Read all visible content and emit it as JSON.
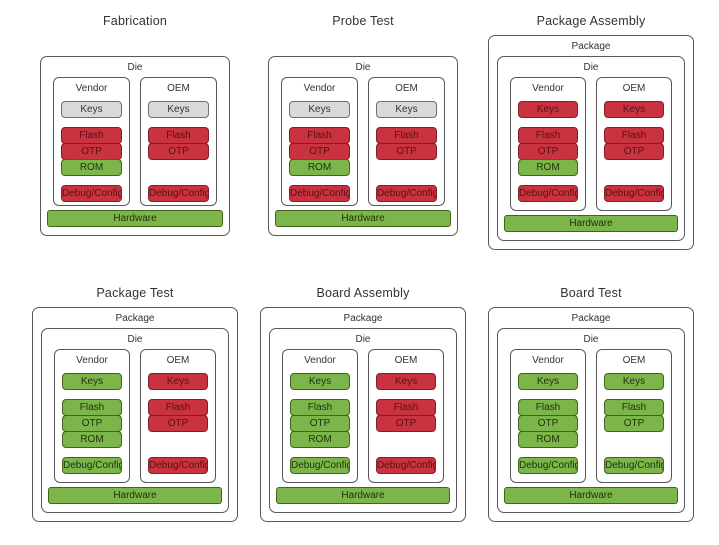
{
  "colors": {
    "red": "#C9333F",
    "green": "#7CB54A",
    "gray": "#D9D9D9",
    "box_border": "#595959",
    "background": "#FFFFFF"
  },
  "stages": [
    {
      "title": "Fabrication",
      "has_package": false,
      "die_label": "Die",
      "columns": [
        {
          "label": "Vendor",
          "keys": {
            "label": "Keys",
            "state": "gray"
          },
          "memory": [
            {
              "label": "Flash",
              "state": "red"
            },
            {
              "label": "OTP",
              "state": "red"
            },
            {
              "label": "ROM",
              "state": "green"
            }
          ],
          "debug": {
            "label": "Debug/Config",
            "state": "red"
          }
        },
        {
          "label": "OEM",
          "keys": {
            "label": "Keys",
            "state": "gray"
          },
          "memory": [
            {
              "label": "Flash",
              "state": "red"
            },
            {
              "label": "OTP",
              "state": "red"
            }
          ],
          "debug": {
            "label": "Debug/Config",
            "state": "red"
          }
        }
      ],
      "hardware": {
        "label": "Hardware",
        "state": "green"
      }
    },
    {
      "title": "Probe Test",
      "has_package": false,
      "die_label": "Die",
      "columns": [
        {
          "label": "Vendor",
          "keys": {
            "label": "Keys",
            "state": "gray"
          },
          "memory": [
            {
              "label": "Flash",
              "state": "red"
            },
            {
              "label": "OTP",
              "state": "red"
            },
            {
              "label": "ROM",
              "state": "green"
            }
          ],
          "debug": {
            "label": "Debug/Config",
            "state": "red"
          }
        },
        {
          "label": "OEM",
          "keys": {
            "label": "Keys",
            "state": "gray"
          },
          "memory": [
            {
              "label": "Flash",
              "state": "red"
            },
            {
              "label": "OTP",
              "state": "red"
            }
          ],
          "debug": {
            "label": "Debug/Config",
            "state": "red"
          }
        }
      ],
      "hardware": {
        "label": "Hardware",
        "state": "green"
      }
    },
    {
      "title": "Package Assembly",
      "has_package": true,
      "package_label": "Package",
      "die_label": "Die",
      "columns": [
        {
          "label": "Vendor",
          "keys": {
            "label": "Keys",
            "state": "red"
          },
          "memory": [
            {
              "label": "Flash",
              "state": "red"
            },
            {
              "label": "OTP",
              "state": "red"
            },
            {
              "label": "ROM",
              "state": "green"
            }
          ],
          "debug": {
            "label": "Debug/Config",
            "state": "red"
          }
        },
        {
          "label": "OEM",
          "keys": {
            "label": "Keys",
            "state": "red"
          },
          "memory": [
            {
              "label": "Flash",
              "state": "red"
            },
            {
              "label": "OTP",
              "state": "red"
            }
          ],
          "debug": {
            "label": "Debug/Config",
            "state": "red"
          }
        }
      ],
      "hardware": {
        "label": "Hardware",
        "state": "green"
      }
    },
    {
      "title": "Package Test",
      "has_package": true,
      "package_label": "Package",
      "die_label": "Die",
      "columns": [
        {
          "label": "Vendor",
          "keys": {
            "label": "Keys",
            "state": "green"
          },
          "memory": [
            {
              "label": "Flash",
              "state": "green"
            },
            {
              "label": "OTP",
              "state": "green"
            },
            {
              "label": "ROM",
              "state": "green"
            }
          ],
          "debug": {
            "label": "Debug/Config",
            "state": "green"
          }
        },
        {
          "label": "OEM",
          "keys": {
            "label": "Keys",
            "state": "red"
          },
          "memory": [
            {
              "label": "Flash",
              "state": "red"
            },
            {
              "label": "OTP",
              "state": "red"
            }
          ],
          "debug": {
            "label": "Debug/Config",
            "state": "red"
          }
        }
      ],
      "hardware": {
        "label": "Hardware",
        "state": "green"
      }
    },
    {
      "title": "Board Assembly",
      "has_package": true,
      "package_label": "Package",
      "die_label": "Die",
      "columns": [
        {
          "label": "Vendor",
          "keys": {
            "label": "Keys",
            "state": "green"
          },
          "memory": [
            {
              "label": "Flash",
              "state": "green"
            },
            {
              "label": "OTP",
              "state": "green"
            },
            {
              "label": "ROM",
              "state": "green"
            }
          ],
          "debug": {
            "label": "Debug/Config",
            "state": "green"
          }
        },
        {
          "label": "OEM",
          "keys": {
            "label": "Keys",
            "state": "red"
          },
          "memory": [
            {
              "label": "Flash",
              "state": "red"
            },
            {
              "label": "OTP",
              "state": "red"
            }
          ],
          "debug": {
            "label": "Debug/Config",
            "state": "red"
          }
        }
      ],
      "hardware": {
        "label": "Hardware",
        "state": "green"
      }
    },
    {
      "title": "Board Test",
      "has_package": true,
      "package_label": "Package",
      "die_label": "Die",
      "columns": [
        {
          "label": "Vendor",
          "keys": {
            "label": "Keys",
            "state": "green"
          },
          "memory": [
            {
              "label": "Flash",
              "state": "green"
            },
            {
              "label": "OTP",
              "state": "green"
            },
            {
              "label": "ROM",
              "state": "green"
            }
          ],
          "debug": {
            "label": "Debug/Config",
            "state": "green"
          }
        },
        {
          "label": "OEM",
          "keys": {
            "label": "Keys",
            "state": "green"
          },
          "memory": [
            {
              "label": "Flash",
              "state": "green"
            },
            {
              "label": "OTP",
              "state": "green"
            }
          ],
          "debug": {
            "label": "Debug/Config",
            "state": "green"
          }
        }
      ],
      "hardware": {
        "label": "Hardware",
        "state": "green"
      }
    }
  ]
}
